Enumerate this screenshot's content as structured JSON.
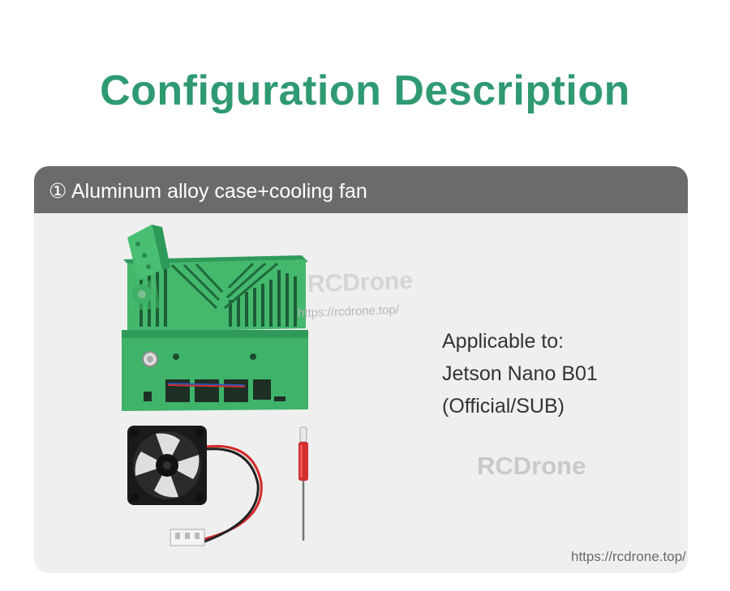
{
  "title": "Configuration Description",
  "section": {
    "header": "① Aluminum alloy case+cooling fan",
    "applicable_lines": [
      "Applicable to:",
      "Jetson Nano B01",
      "(Official/SUB)"
    ]
  },
  "watermarks": {
    "logo_text": "RCDrone",
    "url_small": "https://rcdrone.top/",
    "center_text": "RCDrone",
    "url_bottom": "https://rcdrone.top/"
  },
  "colors": {
    "title_green": "#2f9a72",
    "case_green": "#3fb36a",
    "header_gray": "#6b6b6b",
    "panel_bg": "#efefef"
  },
  "icons": [
    "aluminum-case-illustration",
    "cooling-fan-illustration",
    "screwdriver-illustration"
  ]
}
